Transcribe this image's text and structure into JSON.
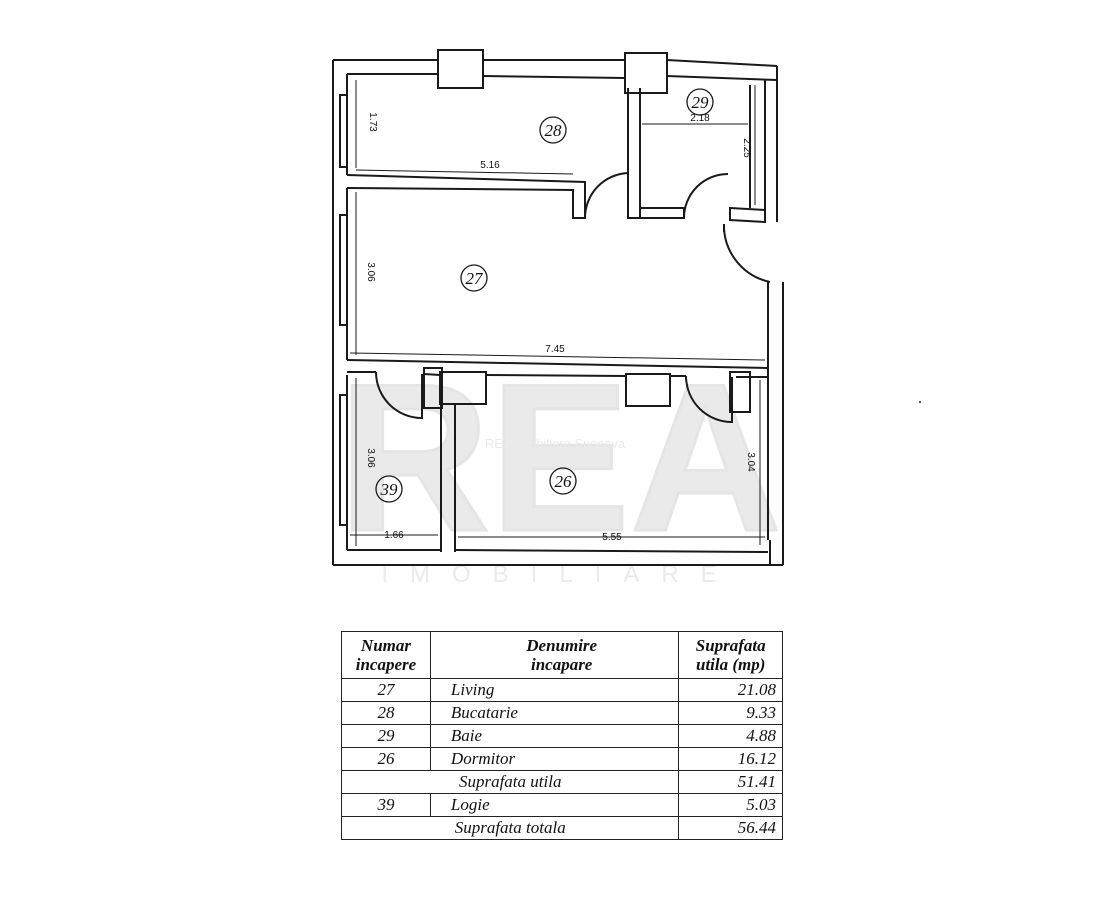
{
  "plan": {
    "rooms": [
      {
        "id": "27",
        "label": "27"
      },
      {
        "id": "28",
        "label": "28"
      },
      {
        "id": "29",
        "label": "29"
      },
      {
        "id": "26",
        "label": "26"
      },
      {
        "id": "39",
        "label": "39"
      }
    ],
    "dimensions": {
      "r28_height": "1.73",
      "r28_width": "5.16",
      "r29_width": "2.18",
      "r29_height": "2.25",
      "r27_height": "3.06",
      "r27_width": "7.45",
      "r39_height": "3.06",
      "r39_width": "1.66",
      "r26_width": "5.55",
      "r26_height": "3.04"
    },
    "watermark": {
      "logo": "REA",
      "subtitle": "IMOBILIARE",
      "small": "REA Imobiliare Suceava"
    }
  },
  "table": {
    "header": {
      "num": [
        "Numar",
        "incapere"
      ],
      "name": [
        "Denumire",
        "incapare"
      ],
      "area": [
        "Suprafata",
        "utila  (mp)"
      ]
    },
    "rows": [
      {
        "num": "27",
        "name": "Living",
        "area": "21.08"
      },
      {
        "num": "28",
        "name": "Bucatarie",
        "area": "9.33"
      },
      {
        "num": "29",
        "name": "Baie",
        "area": "4.88"
      },
      {
        "num": "26",
        "name": "Dormitor",
        "area": "16.12"
      }
    ],
    "subtotal": {
      "label": "Suprafata utila",
      "area": "51.41"
    },
    "extra": {
      "num": "39",
      "name": "Logie",
      "area": "5.03"
    },
    "total": {
      "label": "Suprafata totala",
      "area": "56.44"
    }
  }
}
